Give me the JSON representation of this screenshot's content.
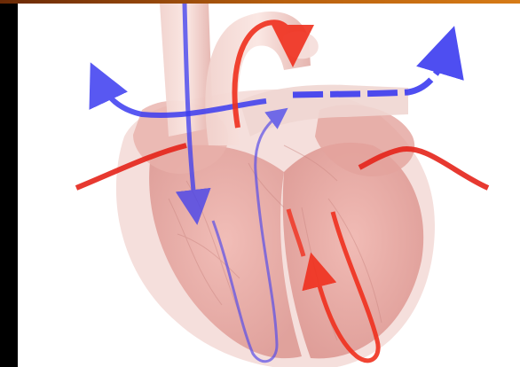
{
  "image": {
    "subject": "heart-blood-flow-illustration",
    "colors": {
      "frame_bg": "#000000",
      "top_strip": "#c86f12",
      "canvas_bg": "#ffffff",
      "heart_tissue": "#e7a7a2",
      "heart_shadow": "#c98a86",
      "vessel_translucent": "#efc6c0",
      "deoxygenated_flow": "#3b3bf0",
      "oxygenated_flow": "#f0301e"
    },
    "flow_arrows": [
      {
        "name": "pulmonary-artery-left-flow",
        "color": "deoxygenated"
      },
      {
        "name": "pulmonary-artery-right-flow",
        "color": "deoxygenated"
      },
      {
        "name": "superior-vena-cava-flow",
        "color": "deoxygenated"
      },
      {
        "name": "right-ventricle-loop-flow",
        "color": "deoxygenated"
      },
      {
        "name": "aortic-arch-flow",
        "color": "oxygenated"
      },
      {
        "name": "pulmonary-vein-left-flow",
        "color": "oxygenated"
      },
      {
        "name": "pulmonary-vein-right-flow",
        "color": "oxygenated"
      },
      {
        "name": "left-ventricle-loop-flow",
        "color": "oxygenated"
      }
    ]
  }
}
